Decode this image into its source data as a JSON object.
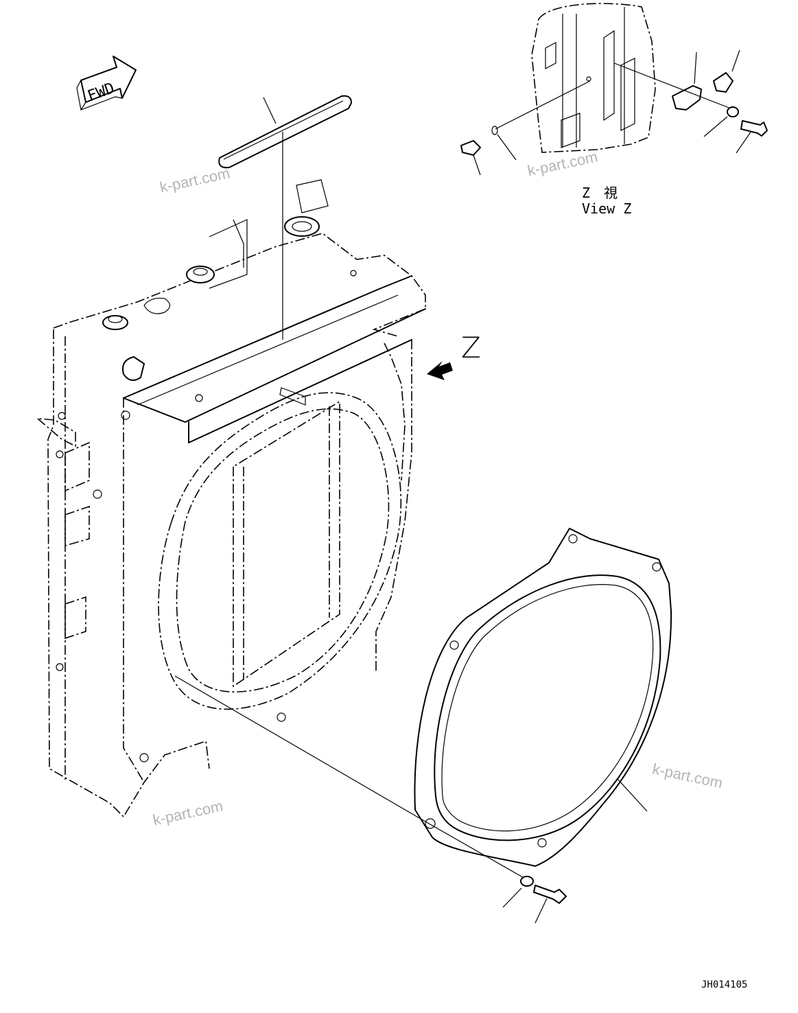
{
  "view_label": {
    "z_jp": "Z　視",
    "z_en": "View Z"
  },
  "direction_arrow": {
    "text": "FWD"
  },
  "view_arrow_letter": "Z",
  "watermarks": [
    "k-part.com",
    "k-part.com",
    "k-part.com",
    "k-part.com"
  ],
  "drawing_number": "JH014105",
  "colors": {
    "line": "#000000",
    "watermark": "#b4b4b4",
    "background": "#ffffff"
  }
}
